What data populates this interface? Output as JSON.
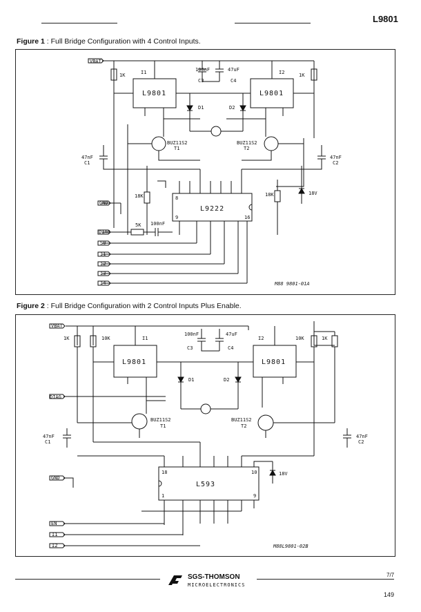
{
  "header": {
    "part_number": "L9801"
  },
  "figure1": {
    "label": "Figure 1",
    "caption": " : Full Bridge Configuration with 4 Control Inputs.",
    "ref": "M88 9801-01A",
    "labels": {
      "vbat": "VBAT",
      "r_k1": "1K",
      "r_k2": "1K",
      "ic1": "I1",
      "ic2": "I2",
      "chip1": "L9801",
      "chip2": "L9801",
      "c3v": "100nF",
      "c3": "C3",
      "c4v": "47uF",
      "c4": "C4",
      "d1": "D1",
      "d2": "D2",
      "t1p": "BUZ11S2",
      "t1": "T1",
      "t2p": "BUZ11S2",
      "t2": "T2",
      "c1v": "47nF",
      "c1": "C1",
      "c2v": "47nF",
      "c2": "C2",
      "r18k1": "18K",
      "r18k2": "18K",
      "z18": "18V",
      "gnd": "GND",
      "main_ic": "L9222",
      "r5k": "5K",
      "c100": "100nF",
      "pin8": "8",
      "pin9": "9",
      "pin16": "16",
      "diag": "DIAG",
      "in0": "S0",
      "in1": "I1",
      "in2": "I2",
      "in3": "I3",
      "in4": "I4"
    }
  },
  "figure2": {
    "label": "Figure 2",
    "caption": " : Full Bridge Configuration with 2 Control Inputs Plus Enable.",
    "ref": "M88L9801-02B",
    "labels": {
      "vbat": "VBAT",
      "r1k": "1K",
      "r10k1": "10K",
      "ic1": "I1",
      "ic2": "I2",
      "chip1": "L9801",
      "chip2": "L9801",
      "c3v": "100nF",
      "c3": "C3",
      "c4v": "47uF",
      "c4": "C4",
      "r10k2": "10K",
      "r1k2": "1K",
      "d1": "D1",
      "d2": "D2",
      "diag": "DIAG",
      "t1p": "BUZ11S2",
      "t1": "T1",
      "t2p": "BUZ11S2",
      "t2": "T2",
      "c1v": "47nF",
      "c1": "C1",
      "c2v": "47nF",
      "c2": "C2",
      "gnd": "GND",
      "main_ic": "L593",
      "pin18": "18",
      "pin1": "1",
      "pin10": "10",
      "pin9": "9",
      "z18": "18V",
      "en": "EN",
      "in1": "I1",
      "in2": "I2"
    }
  },
  "footer": {
    "brand": "SGS-THOMSON",
    "brand_sub": "MICROELECTRONICS",
    "page_fraction": "7/7",
    "page_number": "149"
  }
}
